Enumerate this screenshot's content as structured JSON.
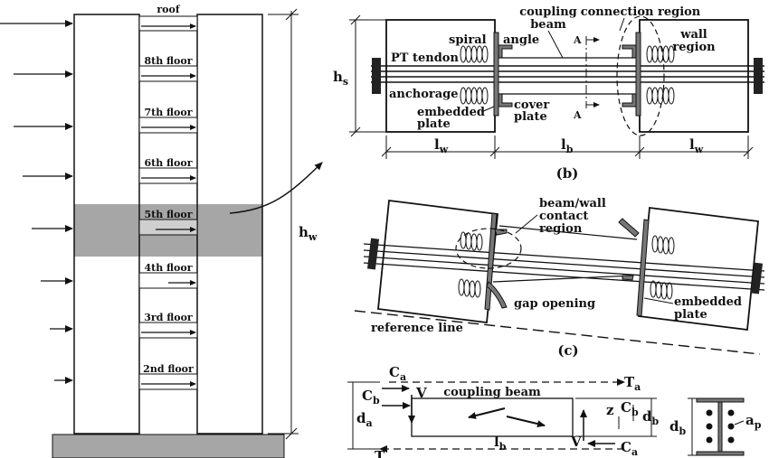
{
  "panel_a": {
    "floors": [
      "roof",
      "8th floor",
      "7th floor",
      "6th floor",
      "5th floor",
      "4th floor",
      "3rd floor",
      "2nd floor"
    ],
    "height_label": "h",
    "height_sub": "w"
  },
  "panel_b": {
    "label": "(b)",
    "coupling_beam_1": "coupling",
    "coupling_beam_2": "beam",
    "connection_region": "connection region",
    "spiral": "spiral",
    "angle": "angle",
    "pt_tendon": "PT tendon",
    "anchorage": "anchorage",
    "embedded_1": "embedded",
    "embedded_2": "plate",
    "cover_1": "cover",
    "cover_2": "plate",
    "wall_1": "wall",
    "wall_2": "region",
    "section_a": "A",
    "hs": "h",
    "hs_sub": "s",
    "lw": "l",
    "lw_sub": "w",
    "lb": "l",
    "lb_sub": "b"
  },
  "panel_c": {
    "label": "(c)",
    "contact_1": "beam/wall",
    "contact_2": "contact",
    "contact_3": "region",
    "gap": "gap opening",
    "embedded_1": "embedded",
    "embedded_2": "plate",
    "reference": "reference line"
  },
  "panel_d": {
    "coupling_beam": "coupling beam",
    "C": "C",
    "a_sub": "a",
    "b_sub": "b",
    "T": "T",
    "V": "V",
    "d": "d",
    "l": "l",
    "z": "z",
    "ap_a": "a",
    "ap_p": "p"
  }
}
